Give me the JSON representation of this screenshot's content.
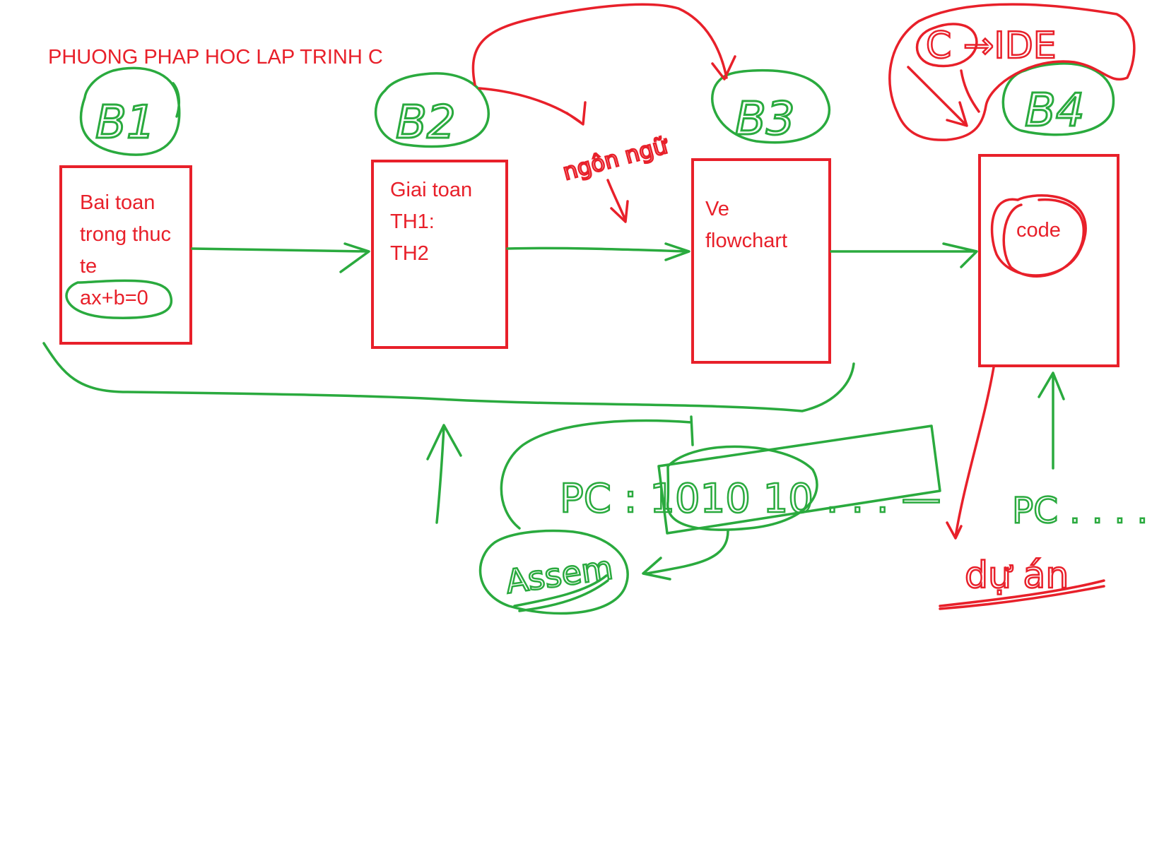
{
  "title": "PHUONG PHAP HOC LAP TRINH C",
  "steps": [
    {
      "label": "B1",
      "lines": [
        "Bai toan",
        "trong thuc",
        "te",
        "ax+b=0"
      ]
    },
    {
      "label": "B2",
      "lines": [
        "Giai toan",
        "TH1:",
        "TH2"
      ]
    },
    {
      "label": "B3",
      "lines": [
        "Ve",
        "flowchart"
      ]
    },
    {
      "label": "B4",
      "lines": [
        "code"
      ]
    }
  ],
  "handwriting": {
    "top_right": "C →IDE",
    "pc_binary": "PC : 1010 10 . . . —",
    "assem": "Assem",
    "pc_bottom_right": "PC . . . . .",
    "du_an": "dự án",
    "ngon_ngu": "ngôn ngữ"
  },
  "colors": {
    "red": "#e8202a",
    "green": "#2aaa3e",
    "background": "#ffffff"
  }
}
